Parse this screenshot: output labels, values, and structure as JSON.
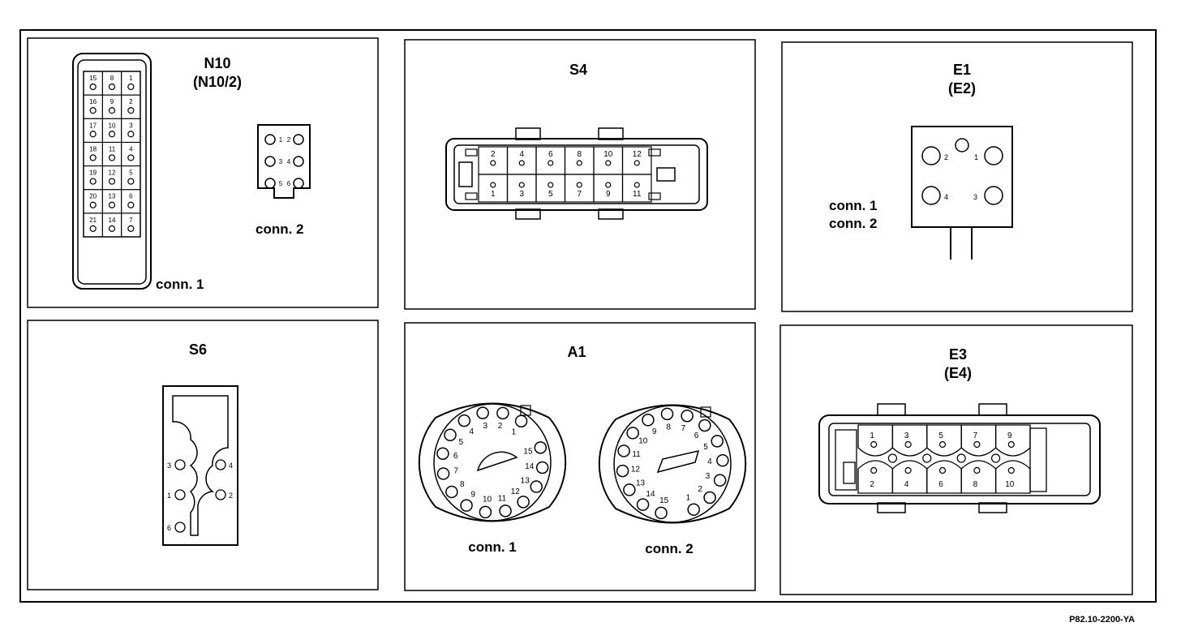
{
  "figure_ref": "P82.10-2200-YA",
  "panels": {
    "n10": {
      "title": "N10",
      "subtitle": "(N10/2)",
      "conn1_label": "conn. 1",
      "conn2_label": "conn. 2",
      "conn1_pins": [
        "15",
        "8",
        "1",
        "16",
        "9",
        "2",
        "17",
        "10",
        "3",
        "18",
        "11",
        "4",
        "19",
        "12",
        "5",
        "20",
        "13",
        "6",
        "21",
        "14",
        "7"
      ],
      "conn2_pins": [
        "1",
        "2",
        "3",
        "4",
        "5",
        "6"
      ]
    },
    "s4": {
      "title": "S4",
      "top_pins": [
        "2",
        "4",
        "6",
        "8",
        "10",
        "12"
      ],
      "bottom_pins": [
        "1",
        "3",
        "5",
        "7",
        "9",
        "11"
      ]
    },
    "e1": {
      "title": "E1",
      "subtitle": "(E2)",
      "conn1_label": "conn. 1",
      "conn2_label": "conn. 2",
      "pins": [
        "1",
        "2",
        "3",
        "4"
      ]
    },
    "s6": {
      "title": "S6",
      "pins": [
        "1",
        "2",
        "3",
        "4",
        "6"
      ]
    },
    "a1": {
      "title": "A1",
      "conn1_label": "conn. 1",
      "conn2_label": "conn. 2",
      "conn1_pins": [
        "1",
        "2",
        "3",
        "4",
        "5",
        "6",
        "7",
        "8",
        "9",
        "10",
        "11",
        "12",
        "13",
        "14",
        "15"
      ],
      "conn2_pins": [
        "1",
        "2",
        "3",
        "4",
        "5",
        "6",
        "7",
        "8",
        "9",
        "10",
        "11",
        "12",
        "13",
        "14",
        "15"
      ]
    },
    "e3": {
      "title": "E3",
      "subtitle": "(E4)",
      "top_pins": [
        "1",
        "3",
        "5",
        "7",
        "9"
      ],
      "bottom_pins": [
        "2",
        "4",
        "6",
        "8",
        "10"
      ]
    }
  }
}
